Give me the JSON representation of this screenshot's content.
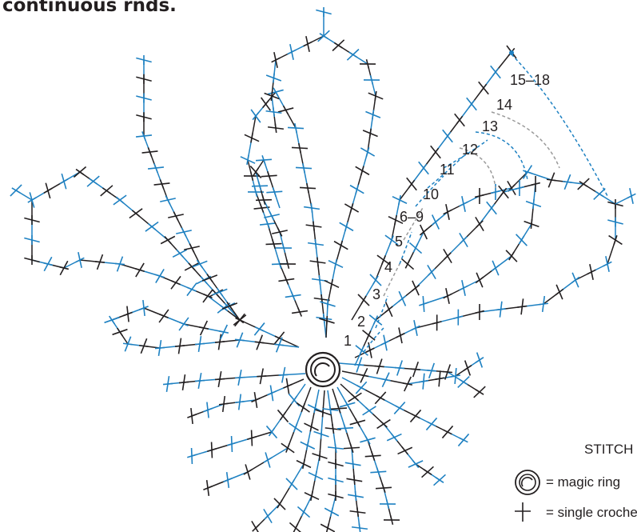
{
  "header": {
    "title": "continuous rnds."
  },
  "diagram": {
    "round_labels": [
      "1",
      "2",
      "3",
      "4",
      "5",
      "6–9",
      "10",
      "11",
      "12",
      "13",
      "14",
      "15–18"
    ],
    "stitch_symbol": "single crochet",
    "colors": {
      "black": "#231f20",
      "blue": "#1e81c2",
      "gray": "#9a9a9a"
    }
  },
  "stitch_key": {
    "title": "STITCH KEY",
    "magic_ring_label": "= magic ring",
    "single_crochet_label": "= single crochet"
  }
}
